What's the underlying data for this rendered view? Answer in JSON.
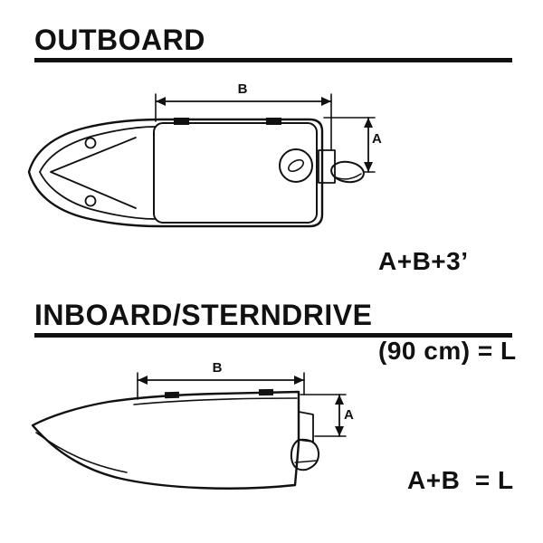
{
  "page": {
    "background_color": "#ffffff",
    "ink_color": "#111111"
  },
  "sections": {
    "outboard": {
      "title": "OUTBOARD",
      "dim_b_label": "B",
      "dim_a_label": "A",
      "formula_line1": "A+B+3’",
      "formula_line2": "(90 cm) = L"
    },
    "inboard": {
      "title": "INBOARD/STERNDRIVE",
      "dim_b_label": "B",
      "dim_a_label": "A",
      "formula": "A+B  = L"
    }
  }
}
